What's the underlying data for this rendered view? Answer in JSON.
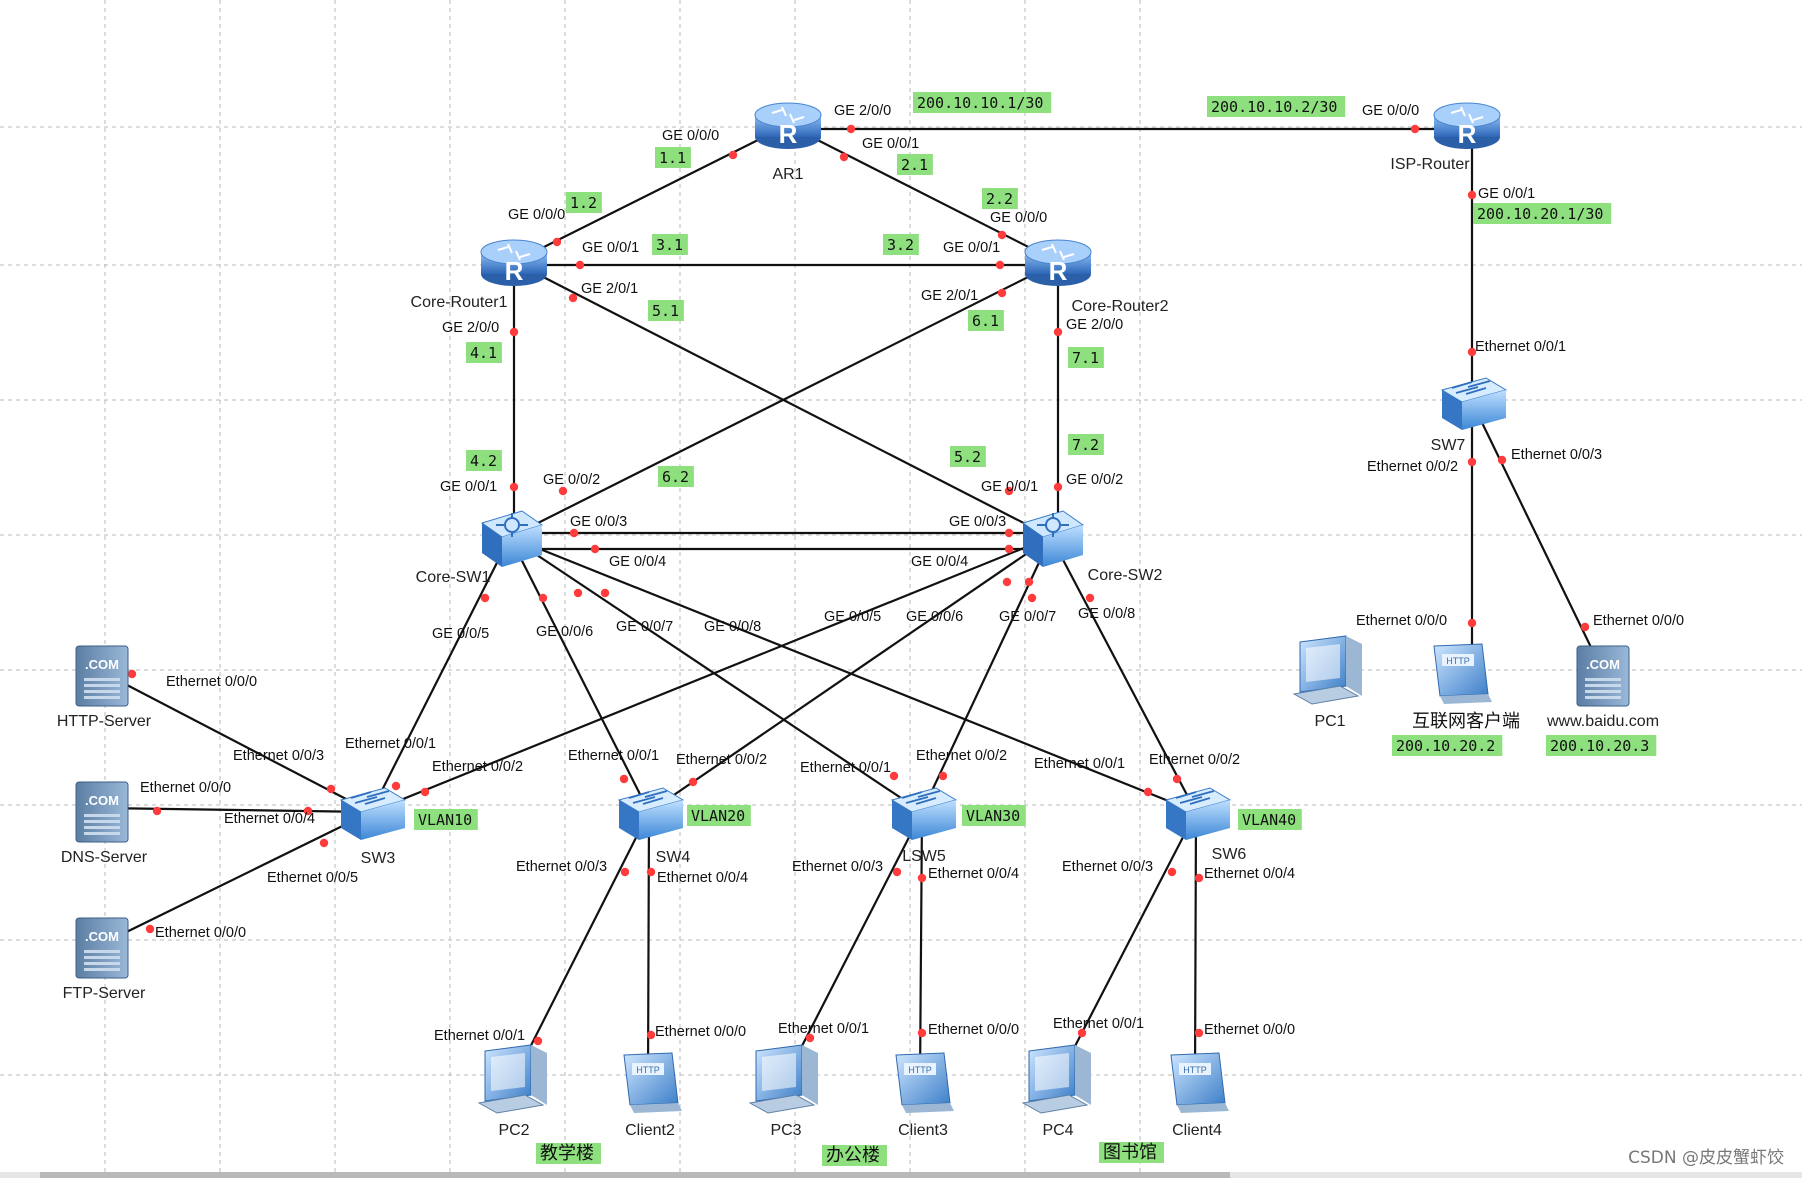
{
  "colors": {
    "link": "#111111",
    "port_dot": "#ff3b3b",
    "ip_bg": "#8ee07f",
    "grid": "#b8b8b8",
    "router_fill": "#3f7fd0",
    "switch_fill": "#5b9fe0",
    "server_fill": "#6d8fb4"
  },
  "nodes": [
    {
      "id": "AR1",
      "type": "router",
      "label": "AR1"
    },
    {
      "id": "ISP",
      "type": "router",
      "label": "ISP-Router"
    },
    {
      "id": "CR1",
      "type": "router",
      "label": "Core-Router1"
    },
    {
      "id": "CR2",
      "type": "router",
      "label": "Core-Router2"
    },
    {
      "id": "CSW1",
      "type": "l3switch",
      "label": "Core-SW1"
    },
    {
      "id": "CSW2",
      "type": "l3switch",
      "label": "Core-SW2"
    },
    {
      "id": "SW3",
      "type": "switch",
      "label": "SW3"
    },
    {
      "id": "SW4",
      "type": "switch",
      "label": "SW4"
    },
    {
      "id": "SW5",
      "type": "switch",
      "label": "LSW5"
    },
    {
      "id": "SW6",
      "type": "switch",
      "label": "SW6"
    },
    {
      "id": "SW7",
      "type": "switch",
      "label": "SW7"
    },
    {
      "id": "HTTP",
      "type": "server",
      "label": "HTTP-Server"
    },
    {
      "id": "DNS",
      "type": "server",
      "label": "DNS-Server"
    },
    {
      "id": "FTP",
      "type": "server",
      "label": "FTP-Server"
    },
    {
      "id": "WWW",
      "type": "server",
      "label": "www.baidu.com"
    },
    {
      "id": "PC1",
      "type": "pc",
      "label": "PC1"
    },
    {
      "id": "PC2",
      "type": "pc",
      "label": "PC2"
    },
    {
      "id": "PC3",
      "type": "pc",
      "label": "PC3"
    },
    {
      "id": "PC4",
      "type": "pc",
      "label": "PC4"
    },
    {
      "id": "CLI1",
      "type": "client",
      "label": "互联网客户端"
    },
    {
      "id": "CLI2",
      "type": "client",
      "label": "Client2"
    },
    {
      "id": "CLI3",
      "type": "client",
      "label": "Client3"
    },
    {
      "id": "CLI4",
      "type": "client",
      "label": "Client4"
    }
  ],
  "links": [
    {
      "from": "AR1",
      "to": "ISP",
      "from_port": "GE 2/0/0",
      "to_port": "GE 0/0/0"
    },
    {
      "from": "AR1",
      "to": "CR1",
      "from_port": "GE 0/0/0",
      "to_port": "GE 0/0/0"
    },
    {
      "from": "AR1",
      "to": "CR2",
      "from_port": "GE 0/0/1",
      "to_port": "GE 0/0/0"
    },
    {
      "from": "CR1",
      "to": "CR2",
      "from_port": "GE 0/0/1",
      "to_port": "GE 0/0/1"
    },
    {
      "from": "CR1",
      "to": "CSW1",
      "from_port": "GE 2/0/0",
      "to_port": "GE 0/0/1"
    },
    {
      "from": "CR1",
      "to": "CSW2",
      "from_port": "GE 2/0/1",
      "to_port": "GE 0/0/1"
    },
    {
      "from": "CR2",
      "to": "CSW1",
      "from_port": "GE 2/0/1",
      "to_port": "GE 0/0/2"
    },
    {
      "from": "CR2",
      "to": "CSW2",
      "from_port": "GE 2/0/0",
      "to_port": "GE 0/0/2"
    },
    {
      "from": "CSW1",
      "to": "CSW2",
      "from_port": "GE 0/0/3",
      "to_port": "GE 0/0/3"
    },
    {
      "from": "CSW1",
      "to": "CSW2",
      "from_port": "GE 0/0/4",
      "to_port": "GE 0/0/4"
    },
    {
      "from": "CSW1",
      "to": "SW3",
      "from_port": "GE 0/0/5",
      "to_port": "Ethernet 0/0/1"
    },
    {
      "from": "CSW1",
      "to": "SW4",
      "from_port": "GE 0/0/6",
      "to_port": "Ethernet 0/0/1"
    },
    {
      "from": "CSW1",
      "to": "SW5",
      "from_port": "GE 0/0/7",
      "to_port": "Ethernet 0/0/1"
    },
    {
      "from": "CSW1",
      "to": "SW6",
      "from_port": "GE 0/0/8",
      "to_port": "Ethernet 0/0/1"
    },
    {
      "from": "CSW2",
      "to": "SW3",
      "from_port": "GE 0/0/5",
      "to_port": "Ethernet 0/0/2"
    },
    {
      "from": "CSW2",
      "to": "SW4",
      "from_port": "GE 0/0/6",
      "to_port": "Ethernet 0/0/2"
    },
    {
      "from": "CSW2",
      "to": "SW5",
      "from_port": "GE 0/0/7",
      "to_port": "Ethernet 0/0/2"
    },
    {
      "from": "CSW2",
      "to": "SW6",
      "from_port": "GE 0/0/8",
      "to_port": "Ethernet 0/0/2"
    },
    {
      "from": "HTTP",
      "to": "SW3",
      "from_port": "Ethernet 0/0/0",
      "to_port": "Ethernet 0/0/3"
    },
    {
      "from": "DNS",
      "to": "SW3",
      "from_port": "Ethernet 0/0/0",
      "to_port": "Ethernet 0/0/4"
    },
    {
      "from": "FTP",
      "to": "SW3",
      "from_port": "Ethernet 0/0/0",
      "to_port": "Ethernet 0/0/5"
    },
    {
      "from": "SW4",
      "to": "PC2",
      "from_port": "Ethernet 0/0/3",
      "to_port": "Ethernet 0/0/1"
    },
    {
      "from": "SW4",
      "to": "CLI2",
      "from_port": "Ethernet 0/0/4",
      "to_port": "Ethernet 0/0/0"
    },
    {
      "from": "SW5",
      "to": "PC3",
      "from_port": "Ethernet 0/0/3",
      "to_port": "Ethernet 0/0/1"
    },
    {
      "from": "SW5",
      "to": "CLI3",
      "from_port": "Ethernet 0/0/4",
      "to_port": "Ethernet 0/0/0"
    },
    {
      "from": "SW6",
      "to": "PC4",
      "from_port": "Ethernet 0/0/3",
      "to_port": "Ethernet 0/0/1"
    },
    {
      "from": "SW6",
      "to": "CLI4",
      "from_port": "Ethernet 0/0/4",
      "to_port": "Ethernet 0/0/0"
    },
    {
      "from": "ISP",
      "to": "SW7",
      "from_port": "GE 0/0/1",
      "to_port": "Ethernet 0/0/1"
    },
    {
      "from": "SW7",
      "to": "CLI1",
      "from_port": "Ethernet 0/0/2",
      "to_port": "Ethernet 0/0/0"
    },
    {
      "from": "SW7",
      "to": "WWW",
      "from_port": "Ethernet 0/0/3",
      "to_port": "Ethernet 0/0/0"
    }
  ],
  "ip_tags": [
    "200.10.10.1/30",
    "200.10.10.2/30",
    "200.10.20.1/30",
    "1.1",
    "1.2",
    "2.1",
    "2.2",
    "3.1",
    "3.2",
    "4.1",
    "4.2",
    "5.1",
    "5.2",
    "6.1",
    "6.2",
    "7.1",
    "7.2",
    "200.10.20.2",
    "200.10.20.3"
  ],
  "vlan_tags": [
    "VLAN10",
    "VLAN20",
    "VLAN30",
    "VLAN40"
  ],
  "building_labels": [
    "教学楼",
    "办公楼",
    "图书馆"
  ],
  "watermark": "CSDN @皮皮蟹虾饺"
}
